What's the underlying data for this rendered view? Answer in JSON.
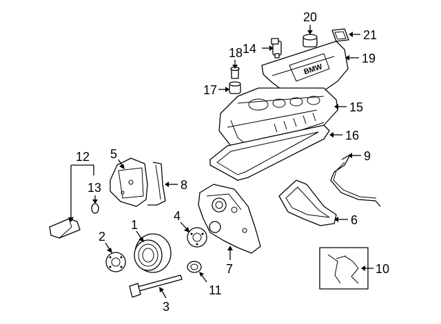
{
  "callouts": {
    "c1": "1",
    "c2": "2",
    "c3": "3",
    "c4": "4",
    "c5": "5",
    "c6": "6",
    "c7": "7",
    "c8": "8",
    "c9": "9",
    "c10": "10",
    "c11": "11",
    "c12": "12",
    "c13": "13",
    "c14": "14",
    "c15": "15",
    "c16": "16",
    "c17": "17",
    "c18": "18",
    "c19": "19",
    "c20": "20",
    "c21": "21"
  },
  "logo_text": "BMW"
}
